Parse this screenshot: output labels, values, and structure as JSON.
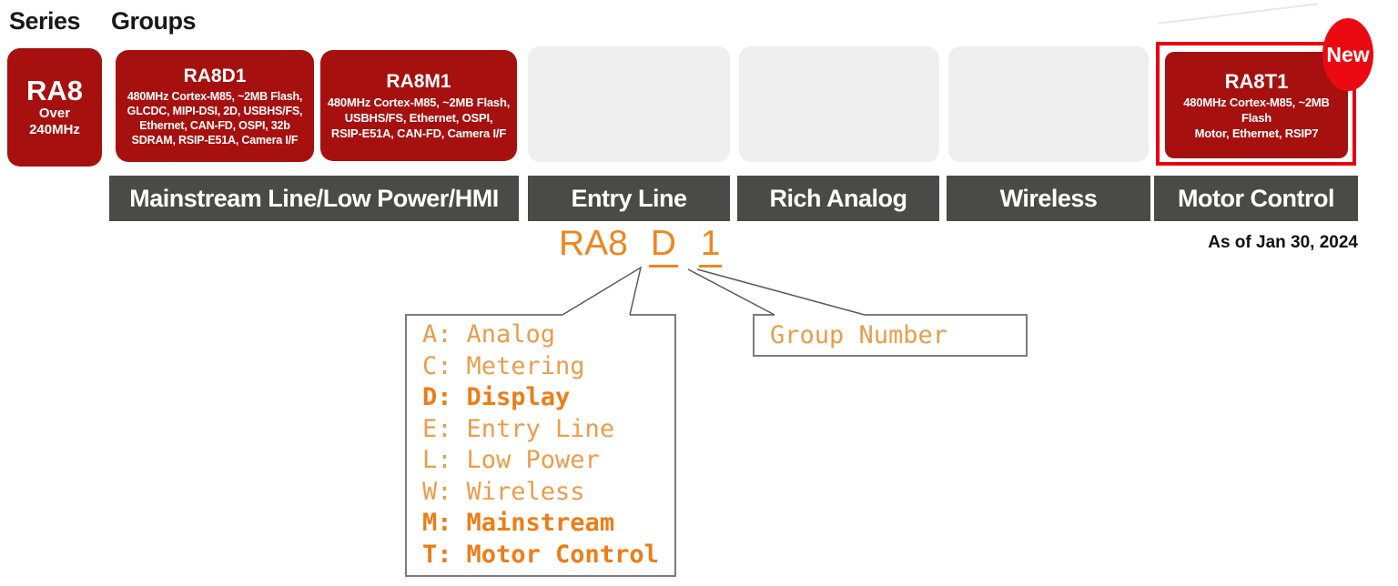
{
  "page": {
    "series_label": "Series",
    "groups_label": "Groups",
    "as_of": "As of Jan 30, 2024"
  },
  "series_box": {
    "title": "RA8",
    "subtitle_line1": "Over",
    "subtitle_line2": "240MHz"
  },
  "groups": [
    {
      "title": "RA8D1",
      "desc_lines": [
        "480MHz Cortex-M85, ~2MB Flash,",
        "GLCDC, MIPI-DSI, 2D, USBHS/FS,",
        "Ethernet, CAN-FD, OSPI, 32b",
        "SDRAM, RSIP-E51A, Camera I/F"
      ]
    },
    {
      "title": "RA8M1",
      "desc_lines": [
        "480MHz Cortex-M85, ~2MB Flash,",
        "USBHS/FS, Ethernet, OSPI,",
        "RSIP-E51A, CAN-FD, Camera I/F"
      ]
    },
    {
      "title": "RA8T1",
      "badge": "New",
      "desc_lines": [
        "480MHz Cortex-M85, ~2MB Flash",
        "Motor, Ethernet, RSIP7"
      ]
    }
  ],
  "category_bars": [
    "Mainstream Line/Low Power/HMI",
    "Entry Line",
    "Rich Analog",
    "Wireless",
    "Motor Control"
  ],
  "part_code": {
    "prefix": "RA8",
    "series_letter": "D",
    "group_number": "1"
  },
  "legend": {
    "items": [
      {
        "code": "A:",
        "label": "Analog",
        "bold": false
      },
      {
        "code": "C:",
        "label": "Metering",
        "bold": false
      },
      {
        "code": "D:",
        "label": "Display",
        "bold": true
      },
      {
        "code": "E:",
        "label": "Entry Line",
        "bold": false
      },
      {
        "code": "L:",
        "label": "Low Power",
        "bold": false
      },
      {
        "code": "W:",
        "label": "Wireless",
        "bold": false
      },
      {
        "code": "M:",
        "label": "Mainstream",
        "bold": true
      },
      {
        "code": "T:",
        "label": "Motor Control",
        "bold": true
      }
    ]
  },
  "group_number_box": {
    "label": "Group Number"
  },
  "colors": {
    "box_dark_red": "#a6100f",
    "highlight_red": "#e8000f",
    "badge_red": "#ec0a12",
    "bar_gray": "#4a4a49",
    "placeholder_gray": "#efefef",
    "orange_regular": "#ea9d4c",
    "orange_bold": "#ed7d17",
    "orange_code": "#f0861e"
  }
}
